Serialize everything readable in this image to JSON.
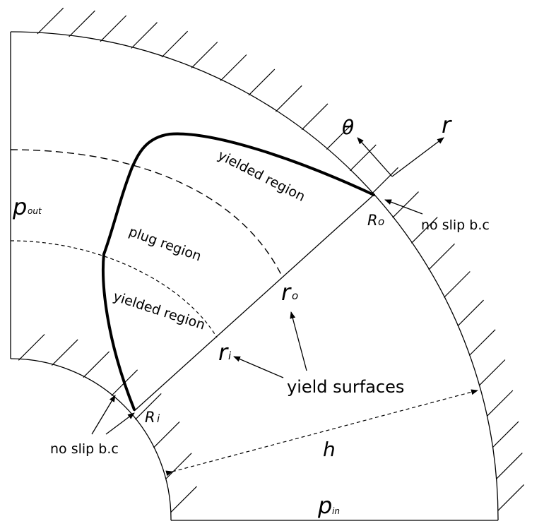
{
  "labels": {
    "theta": "θ",
    "r": "r",
    "p_out_main": "p",
    "p_out_sub": "out",
    "p_in_main": "p",
    "p_in_sub": "in",
    "R_o_main": "R",
    "R_o_sub": "o",
    "R_i_main": "R",
    "R_i_sub": "i",
    "r_o_main": "r",
    "r_o_sub": "o",
    "r_i_main": "r",
    "r_i_sub": "i",
    "h": "h",
    "yielded_region_top": "yielded region",
    "plug_region": "plug region",
    "yielded_region_bottom": "yielded region",
    "yield_surfaces": "yield surfaces",
    "no_slip_outer": "no slip b.c",
    "no_slip_inner": "no slip b.c"
  }
}
